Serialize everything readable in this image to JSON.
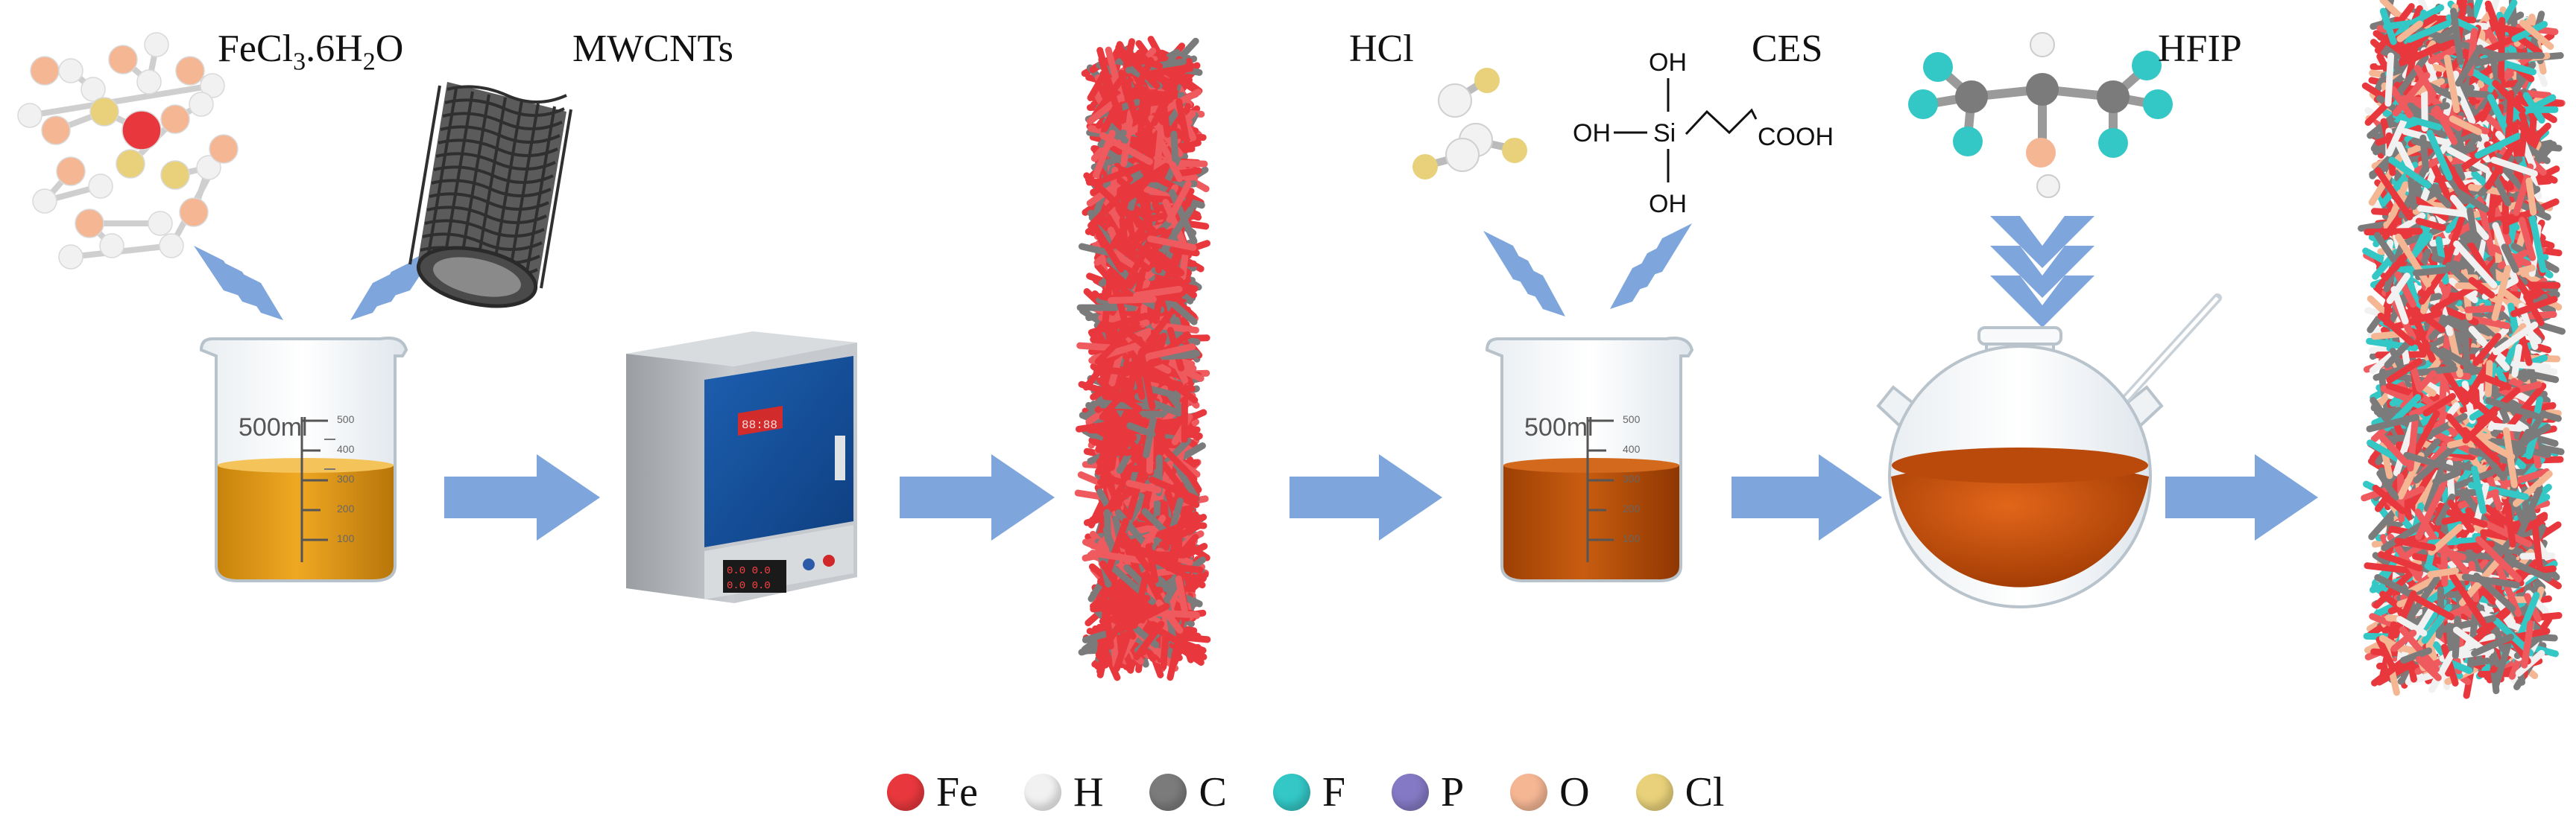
{
  "labels": {
    "fecl3_prefix": "FeCl",
    "fecl3_sub1": "3",
    "fecl3_mid": ".6H",
    "fecl3_sub2": "2",
    "fecl3_suffix": "O",
    "mwcnts": "MWCNTs",
    "hcl": "HCl",
    "ces": "CES",
    "hfip": "HFIP"
  },
  "ces_structure": {
    "top_oh": "OH",
    "left_oh": "OH",
    "si": "Si",
    "bottom_oh": "OH",
    "cooh": "COOH"
  },
  "beakers": {
    "left": {
      "volume": "500ml",
      "ticks": [
        "500",
        "400",
        "300",
        "200",
        "100"
      ],
      "liquid_color": "#d9930f"
    },
    "middle": {
      "volume": "500ml",
      "ticks": [
        "500",
        "400",
        "300",
        "200",
        "100"
      ],
      "liquid_color": "#b44d05"
    }
  },
  "oven": {
    "display_top": "88:88",
    "display_bottom_1": "0.0 0.0",
    "display_bottom_2": "0.0 0.0"
  },
  "colors": {
    "arrow": "#7ea6dc",
    "Fe": "#e8383d",
    "H": "#f1f1f1",
    "C": "#7b7b7b",
    "F": "#33c7c6",
    "P": "#8479c4",
    "O": "#f5b694",
    "Cl": "#e8d17a"
  },
  "legend": [
    {
      "symbol": "Fe",
      "color": "#e8383d"
    },
    {
      "symbol": "H",
      "color": "#f1f1f1"
    },
    {
      "symbol": "C",
      "color": "#7b7b7b"
    },
    {
      "symbol": "F",
      "color": "#33c7c6"
    },
    {
      "symbol": "P",
      "color": "#8479c4"
    },
    {
      "symbol": "O",
      "color": "#f5b694"
    },
    {
      "symbol": "Cl",
      "color": "#e8d17a"
    }
  ]
}
